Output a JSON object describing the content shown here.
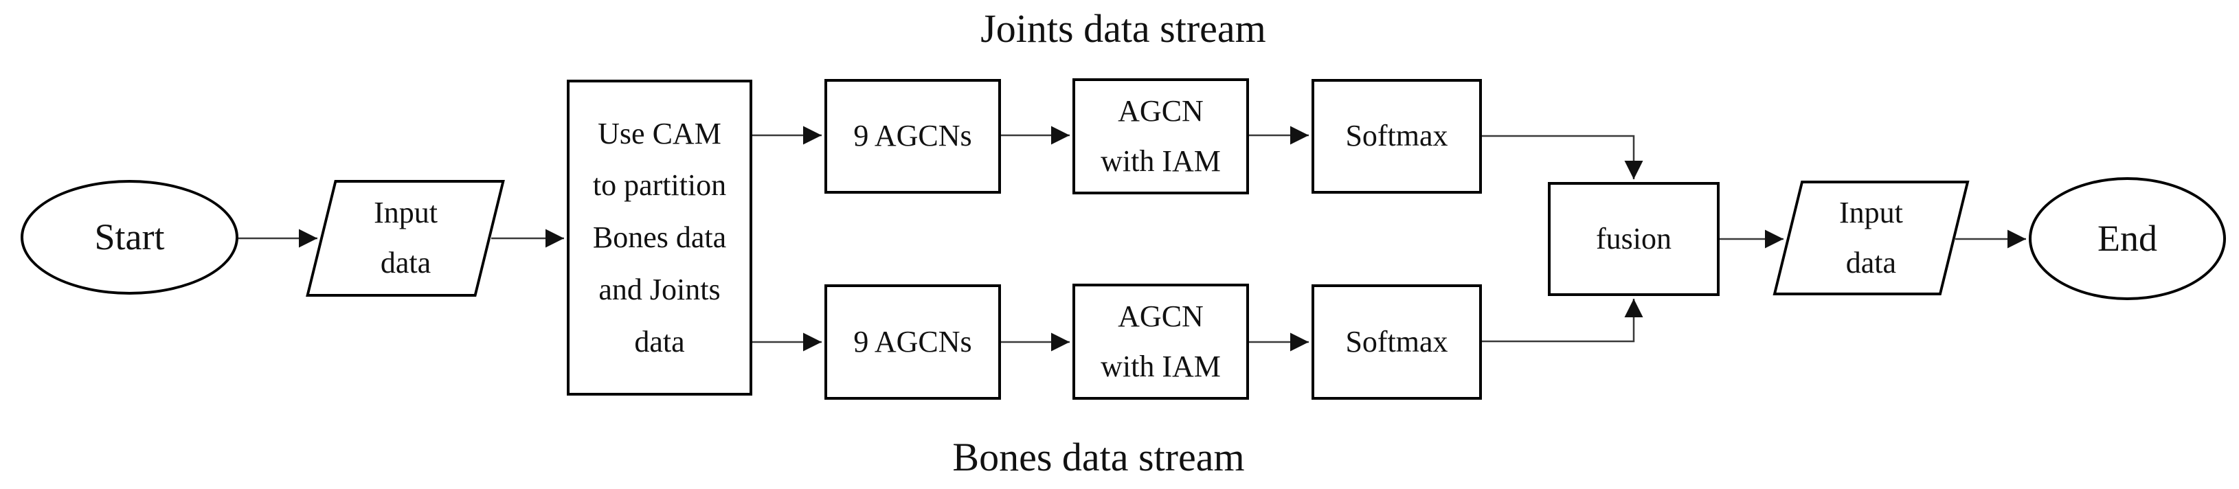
{
  "diagram": {
    "titles": {
      "top": "Joints data stream",
      "bottom": "Bones data stream"
    },
    "nodes": {
      "start": "Start",
      "input_data_1": "Input\ndata",
      "cam_partition": "Use CAM\nto partition\nBones data\nand Joints\ndata",
      "agcns_joints": "9 AGCNs",
      "agcn_iam_joints": "AGCN\nwith IAM",
      "softmax_joints": "Softmax",
      "agcns_bones": "9 AGCNs",
      "agcn_iam_bones": "AGCN\nwith IAM",
      "softmax_bones": "Softmax",
      "fusion": "fusion",
      "input_data_2": "Input\ndata",
      "end": "End"
    },
    "colors": {
      "shape_stroke": "#000000",
      "shape_fill": "#ffffff",
      "connector": "#3a3a3a",
      "text": "#111111",
      "background": "#ffffff"
    }
  }
}
